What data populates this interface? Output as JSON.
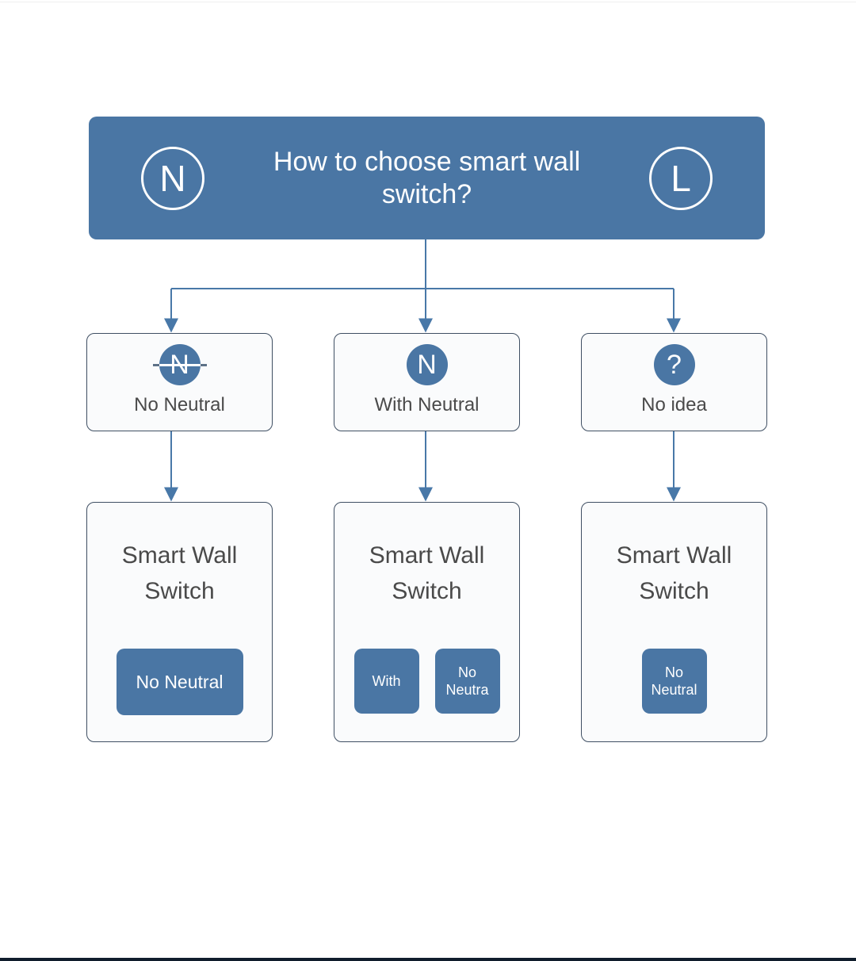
{
  "header": {
    "left_badge": "N",
    "right_badge": "L",
    "title": "How to choose smart wall switch?"
  },
  "branches": [
    {
      "icon": "no-neutral-icon",
      "letter": "N",
      "label": "No Neutral"
    },
    {
      "icon": "with-neutral-icon",
      "letter": "N",
      "label": "With Neutral"
    },
    {
      "icon": "question-icon",
      "letter": "?",
      "label": "No idea"
    }
  ],
  "results": [
    {
      "title": "Smart Wall Switch",
      "buttons": [
        {
          "label": "No Neutral"
        }
      ]
    },
    {
      "title": "Smart Wall Switch",
      "buttons": [
        {
          "label": "With"
        },
        {
          "label": "No Neutra"
        }
      ]
    },
    {
      "title": "Smart Wall Switch",
      "buttons": [
        {
          "label": "No Neutral"
        }
      ]
    }
  ],
  "colors": {
    "primary": "#4a76a4",
    "arrow": "#4878a8",
    "node_border": "#3f4f63",
    "node_bg": "#fafbfc",
    "text": "#4a4a4a"
  }
}
